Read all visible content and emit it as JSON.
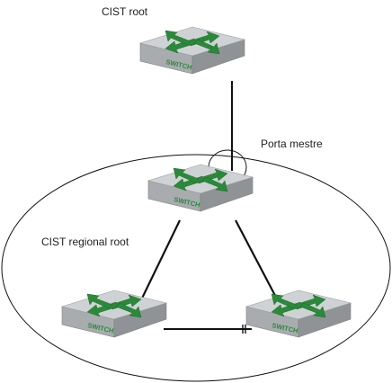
{
  "labels": {
    "cist_root": "CIST root",
    "master_port": "Porta mestre",
    "cist_regional_root": "CIST regional root"
  },
  "switches": [
    {
      "id": "cist-root-switch",
      "label": "SWITCH"
    },
    {
      "id": "regional-root-switch",
      "label": "SWITCH"
    },
    {
      "id": "bottom-left-switch",
      "label": "SWITCH"
    },
    {
      "id": "bottom-right-switch",
      "label": "SWITCH"
    }
  ],
  "colors": {
    "switch_top": "#cfd2d4",
    "switch_side_front": "#a8acaf",
    "switch_side_right": "#8f9396",
    "arrow": "#2a8a3a",
    "arrow_dark": "#1f6b2c",
    "switch_label": "#2a8a3a",
    "link": "#111111",
    "region": "#111111"
  },
  "icons": {
    "switch": "network-switch-icon",
    "blocked_port": "blocked-port-marker"
  }
}
